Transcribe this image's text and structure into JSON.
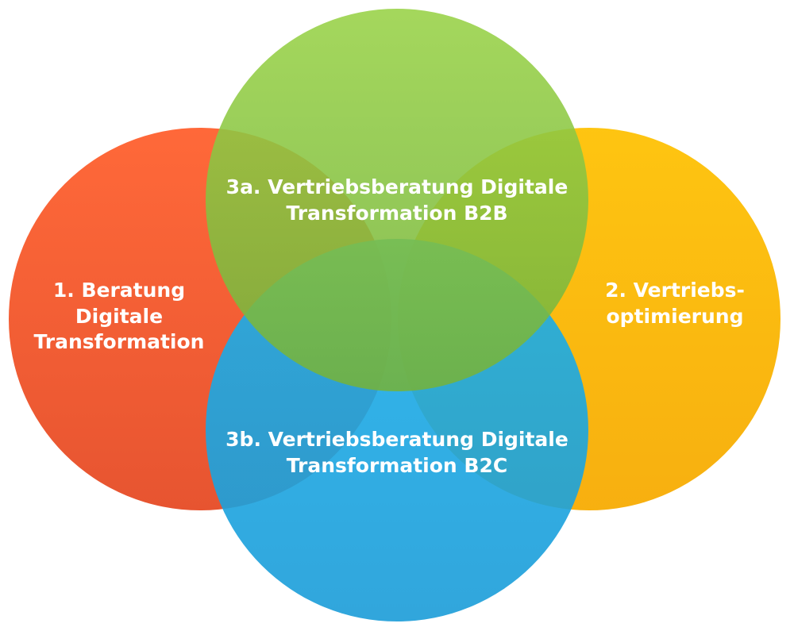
{
  "colors": {
    "orange": "#f0552b",
    "yellow": "#fbb50a",
    "green": "#8bc83a",
    "blue": "#1ba3e0"
  },
  "circles": [
    {
      "id": "1",
      "text": "1. Beratung\nDigitale\nTransformation",
      "color": "orange"
    },
    {
      "id": "2",
      "text": "2. Vertriebs-\noptimierung",
      "color": "yellow"
    },
    {
      "id": "3a",
      "text": "3a. Vertriebsberatung Digitale\nTransformation B2B",
      "color": "green"
    },
    {
      "id": "3b",
      "text": "3b. Vertriebsberatung Digitale\nTransformation B2C",
      "color": "blue"
    }
  ]
}
